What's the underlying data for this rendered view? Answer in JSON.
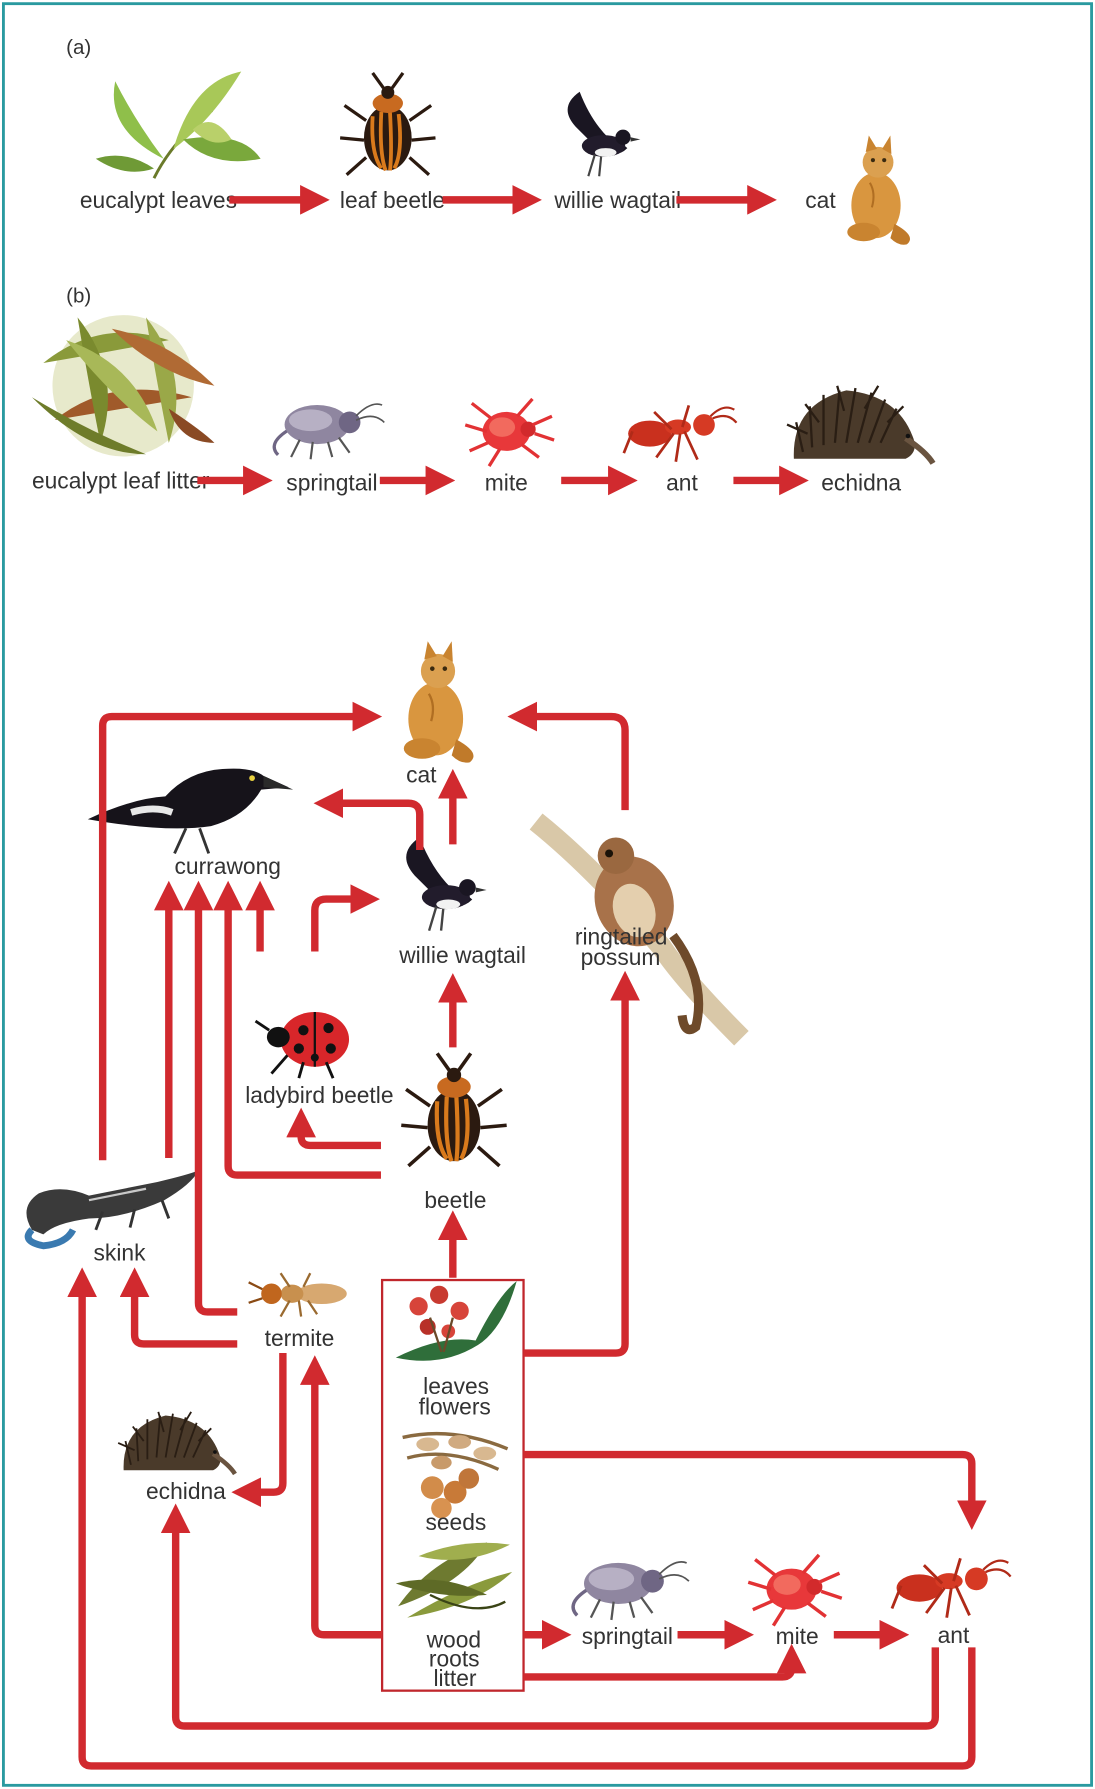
{
  "colors": {
    "arrow": "#d12a2f",
    "frame": "#2a9aa0",
    "box": "#c0262c"
  },
  "panels": {
    "a": "(a)",
    "b": "(b)"
  },
  "chain_a": {
    "eucalypt_leaves": "eucalypt leaves",
    "leaf_beetle": "leaf beetle",
    "willie_wagtail": "willie wagtail",
    "cat": "cat"
  },
  "chain_b": {
    "eucalypt_leaf_litter": "eucalypt leaf litter",
    "springtail": "springtail",
    "mite": "mite",
    "ant": "ant",
    "echidna": "echidna"
  },
  "web": {
    "cat": "cat",
    "currawong": "currawong",
    "willie_wagtail": "willie wagtail",
    "ringtailed": "ringtailed",
    "possum": "possum",
    "ladybird_beetle": "ladybird beetle",
    "beetle": "beetle",
    "skink": "skink",
    "termite": "termite",
    "leaves": "leaves",
    "flowers": "flowers",
    "seeds": "seeds",
    "wood": "wood",
    "roots": "roots",
    "litter": "litter",
    "echidna": "echidna",
    "springtail": "springtail",
    "mite": "mite",
    "ant": "ant"
  },
  "icons": [
    "eucalyptus-leaves-icon",
    "beetle-icon",
    "wagtail-bird-icon",
    "cat-icon",
    "leaf-litter-icon",
    "springtail-icon",
    "mite-icon",
    "ant-icon",
    "echidna-icon",
    "currawong-bird-icon",
    "possum-icon",
    "ladybird-icon",
    "skink-icon",
    "termite-icon",
    "flowers-icon",
    "seeds-icon"
  ]
}
